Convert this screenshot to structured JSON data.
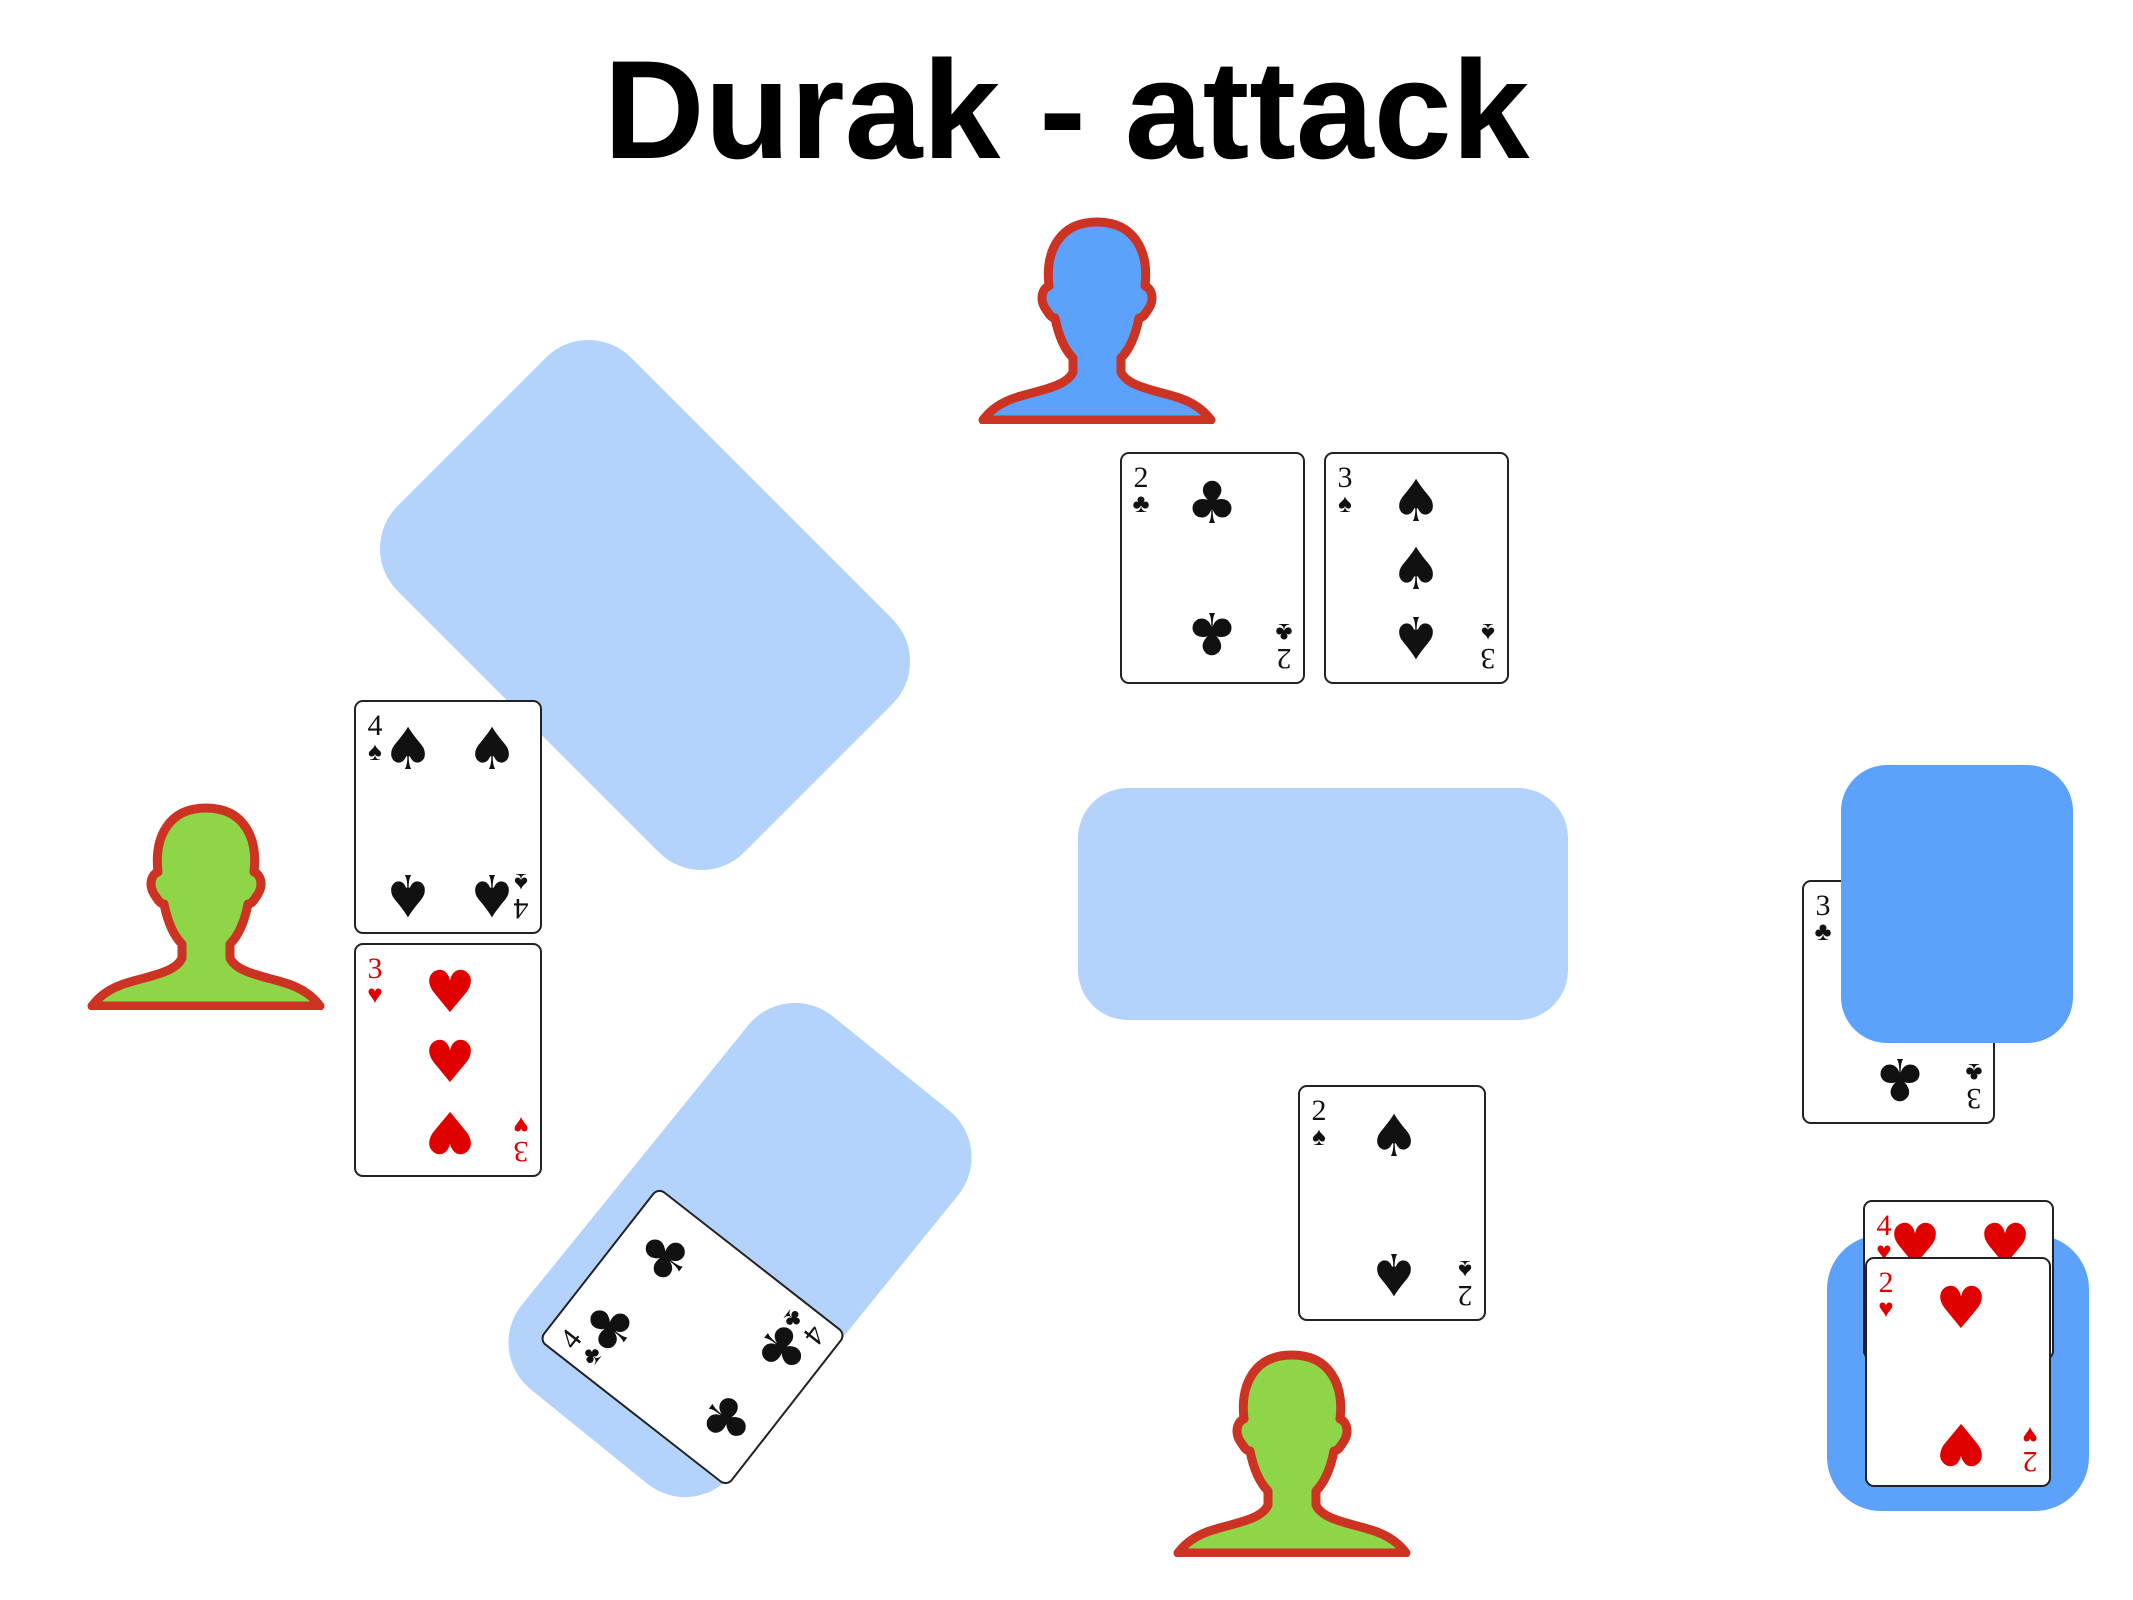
{
  "title": "Durak - attack",
  "colors": {
    "table_zone": "#b3d3fc",
    "card_back": "#5ca1fc",
    "player_outline": "#cc3322",
    "player_active_fill": "#5ca1fc",
    "player_idle_fill": "#8ed548",
    "red_suit": "#e00000",
    "black_suit": "#111111"
  },
  "players": [
    {
      "position": "top",
      "state": "active",
      "icon": "person-silhouette-icon"
    },
    {
      "position": "left",
      "state": "waiting",
      "icon": "person-silhouette-icon"
    },
    {
      "position": "bottom",
      "state": "waiting",
      "icon": "person-silhouette-icon"
    }
  ],
  "cards": {
    "top_hand_1": {
      "rank": "2",
      "suit": "♣",
      "color": "black"
    },
    "top_hand_2": {
      "rank": "3",
      "suit": "♠",
      "color": "black"
    },
    "left_hand_1": {
      "rank": "4",
      "suit": "♠",
      "color": "black"
    },
    "left_hand_2": {
      "rank": "3",
      "suit": "♥",
      "color": "red"
    },
    "bottom_hand_1": {
      "rank": "2",
      "suit": "♠",
      "color": "black"
    },
    "attack_card": {
      "rank": "4",
      "suit": "♣",
      "color": "black"
    },
    "trump_card": {
      "rank": "3",
      "suit": "♣",
      "color": "black"
    },
    "discard_1": {
      "rank": "4",
      "suit": "♥",
      "color": "red"
    },
    "discard_2": {
      "rank": "2",
      "suit": "♥",
      "color": "red"
    }
  }
}
